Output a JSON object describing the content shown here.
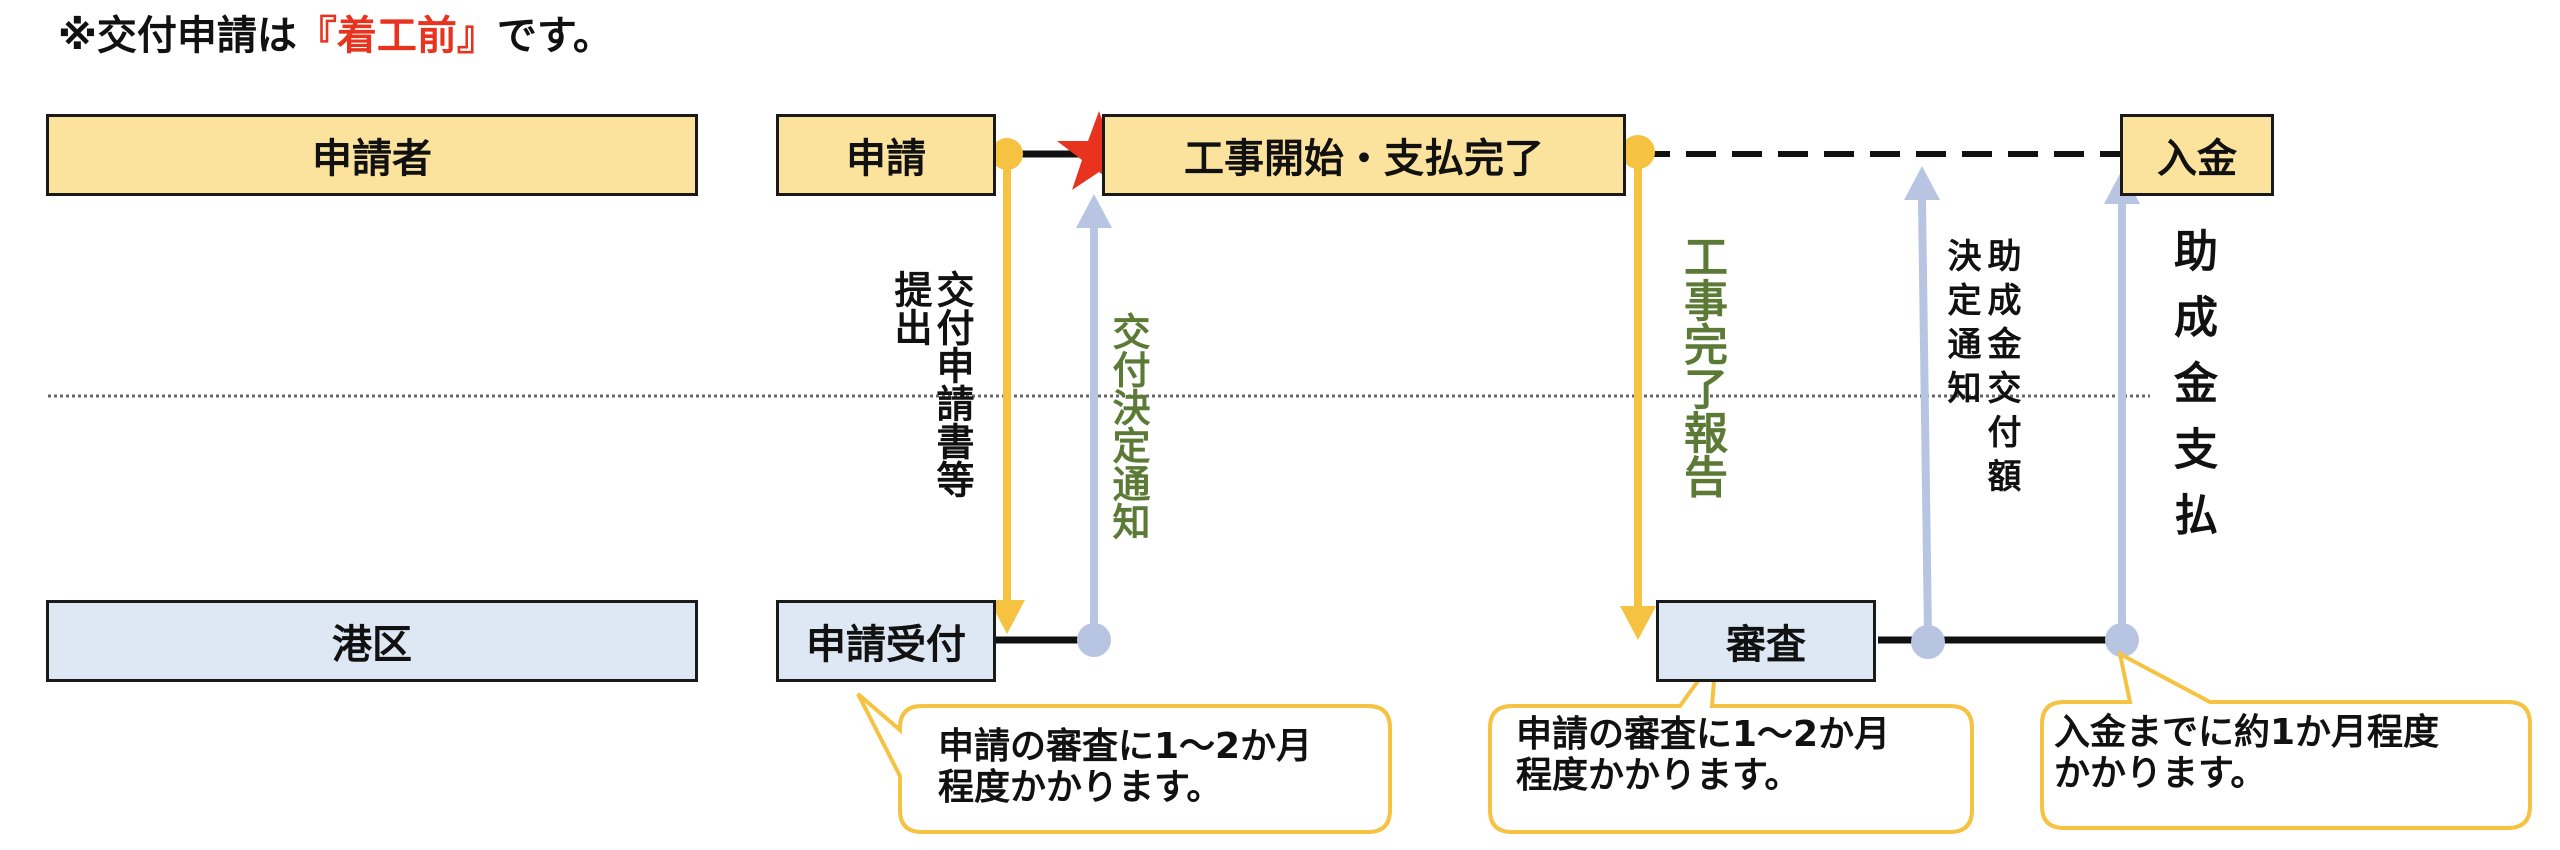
{
  "note": {
    "prefix": "※交付申請は",
    "emphasis": "『着工前』",
    "suffix": "です。"
  },
  "lanes": {
    "applicant": "申請者",
    "ward": "港区"
  },
  "steps": {
    "apply": "申請",
    "work": "工事開始・支払完了",
    "deposit": "入金",
    "receipt": "申請受付",
    "review": "審査"
  },
  "arrows": {
    "submit_a": "交付申請書等",
    "submit_b": "提出",
    "decision_notice": "交付決定通知",
    "completion_report": "工事完了報告",
    "amount_notice_a": "助成金交付額",
    "amount_notice_b": "決定通知",
    "payment": "助成金支払"
  },
  "bubbles": {
    "review_time_1": "申請の審査に1～2か月\n程度かかります。",
    "review_time_2": "申請の審査に1～2か月\n程度かかります。",
    "deposit_time": "入金までに約1か月程度\nかかります。"
  },
  "colors": {
    "applicant_fill": "#fbe39e",
    "ward_fill": "#dde8f4",
    "emphasis": "#e8331e",
    "yellow_arrow": "#f5c242",
    "blue_arrow": "#b7c5e3",
    "green_text": "#5b7a36",
    "star": "#e8331e"
  }
}
